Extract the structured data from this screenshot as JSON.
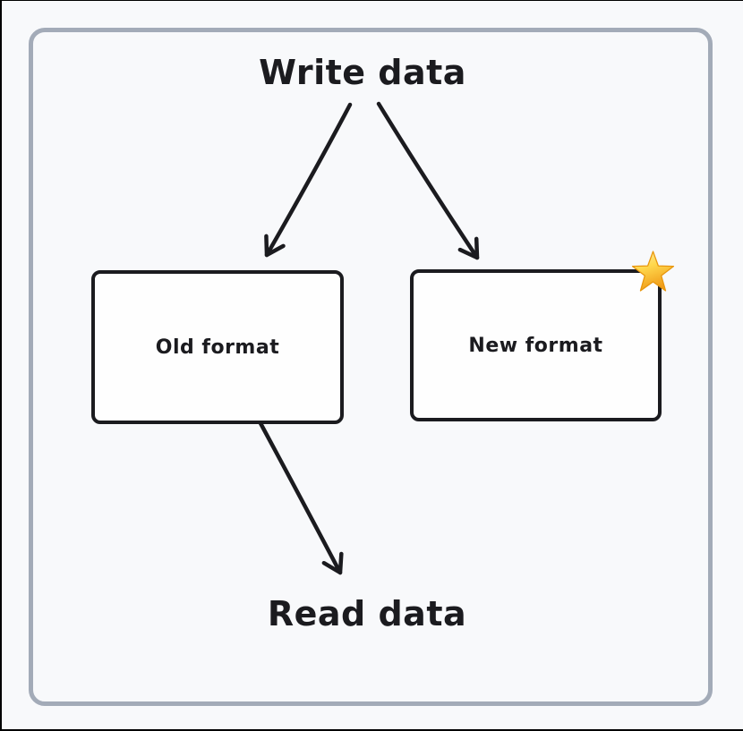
{
  "page": {
    "background_color": "#f8f9fb",
    "frame_border_color": "#a3abb8",
    "ink_color": "#1b1b1f",
    "node_fill_color": "#fefefe",
    "star_color": "#f9b51e"
  },
  "diagram": {
    "title": "Write data",
    "bottom_label": "Read data",
    "nodes": [
      {
        "label": "Old format"
      },
      {
        "label": "New format",
        "badge": "star"
      }
    ],
    "edges": [
      {
        "from": "Write data",
        "to": "Old format"
      },
      {
        "from": "Write data",
        "to": "New format"
      },
      {
        "from": "Old format",
        "to": "Read data"
      }
    ]
  }
}
